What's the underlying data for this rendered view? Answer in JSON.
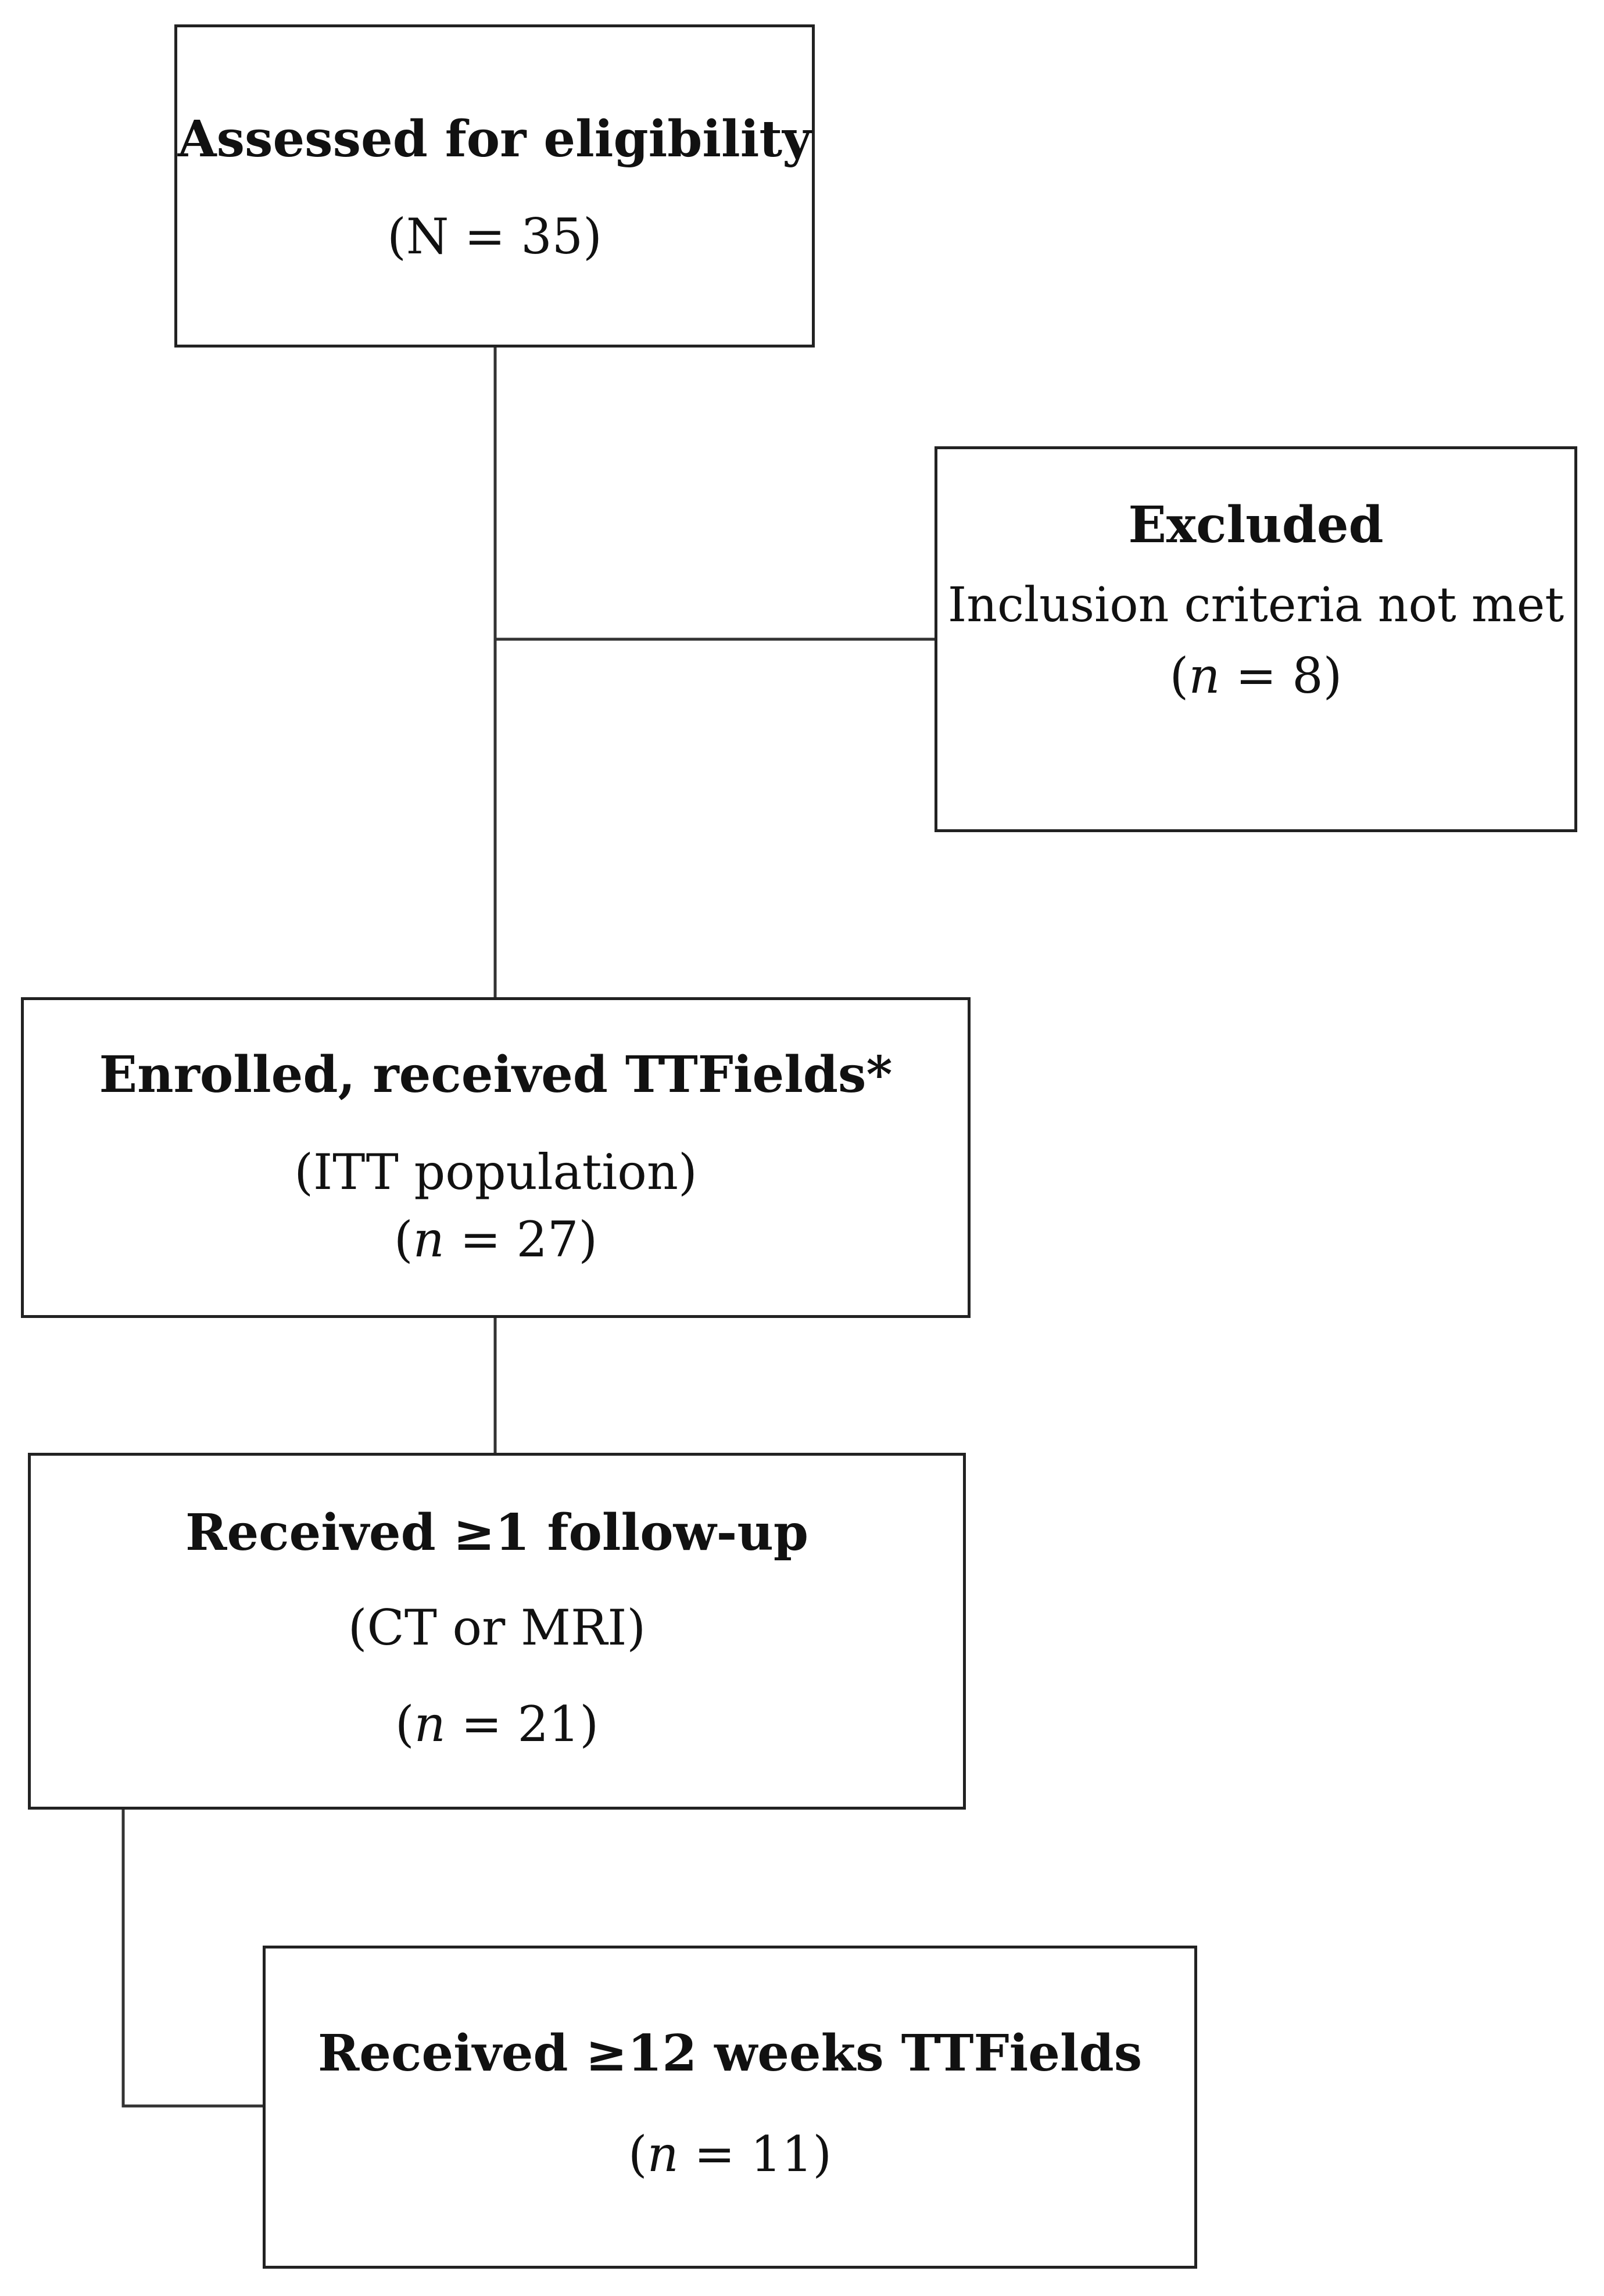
{
  "boxes": {
    "assessed": {
      "title": "Assessed for eligibility",
      "count": "(N = 35)"
    },
    "excluded": {
      "title": "Excluded",
      "reason": "Inclusion criteria not met",
      "count_open": "(",
      "count_var": "n",
      "count_rest": " = 8)"
    },
    "enrolled": {
      "title": "Enrolled, received TTFields*",
      "subtitle": "(ITT population)",
      "count_open": "(",
      "count_var": "n",
      "count_rest": " = 27)"
    },
    "followup": {
      "title": "Received ≥1 follow-up",
      "subtitle": "(CT or MRI)",
      "count_open": "(",
      "count_var": "n",
      "count_rest": " = 21)"
    },
    "twelve_weeks": {
      "title": "Received ≥12 weeks TTFields",
      "count_open": "(",
      "count_var": "n",
      "count_rest": " = 11)"
    }
  }
}
